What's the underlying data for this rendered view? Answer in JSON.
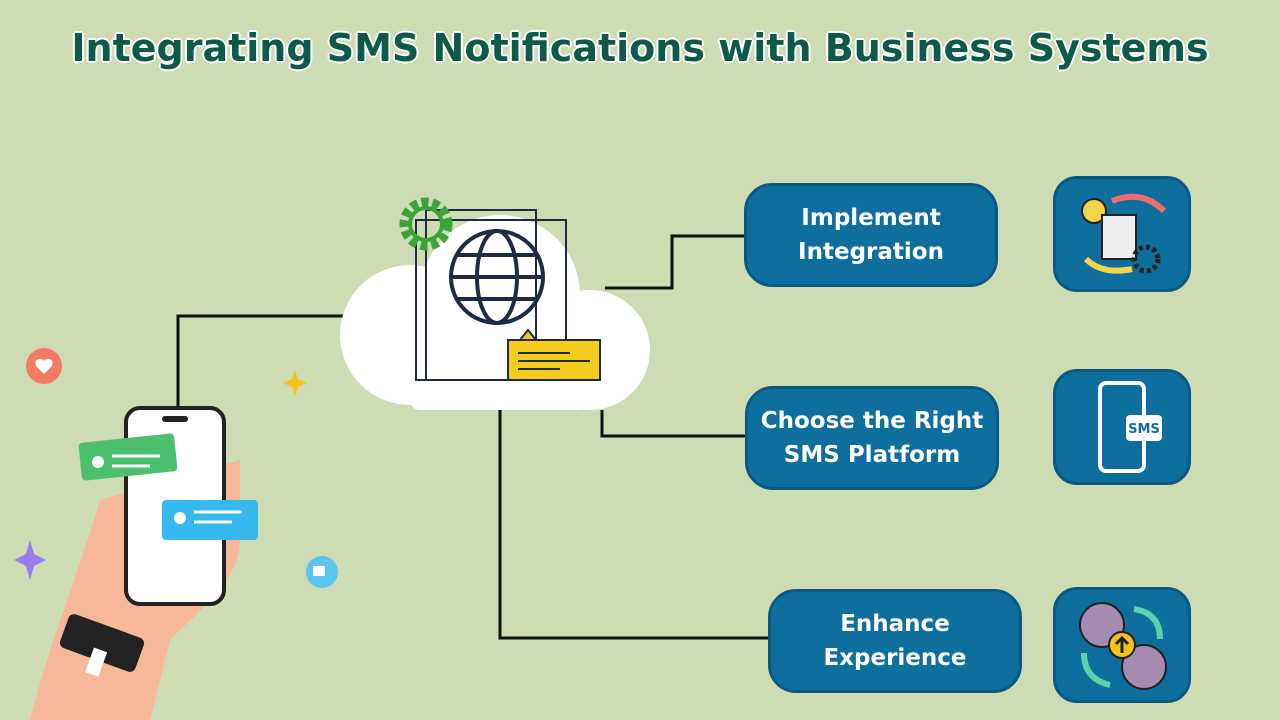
{
  "title": "Integrating SMS Notifications with Business Systems",
  "steps": [
    {
      "label": "Implement Integration",
      "icon": "integration-cycle-icon"
    },
    {
      "label": "Choose the Right SMS Platform",
      "icon": "sms-phone-icon",
      "icon_text": "SMS"
    },
    {
      "label": "Enhance Experience",
      "icon": "user-exchange-icon"
    }
  ],
  "colors": {
    "background": "#cddcb3",
    "box": "#0e6f9e",
    "title": "#0d5a48"
  }
}
